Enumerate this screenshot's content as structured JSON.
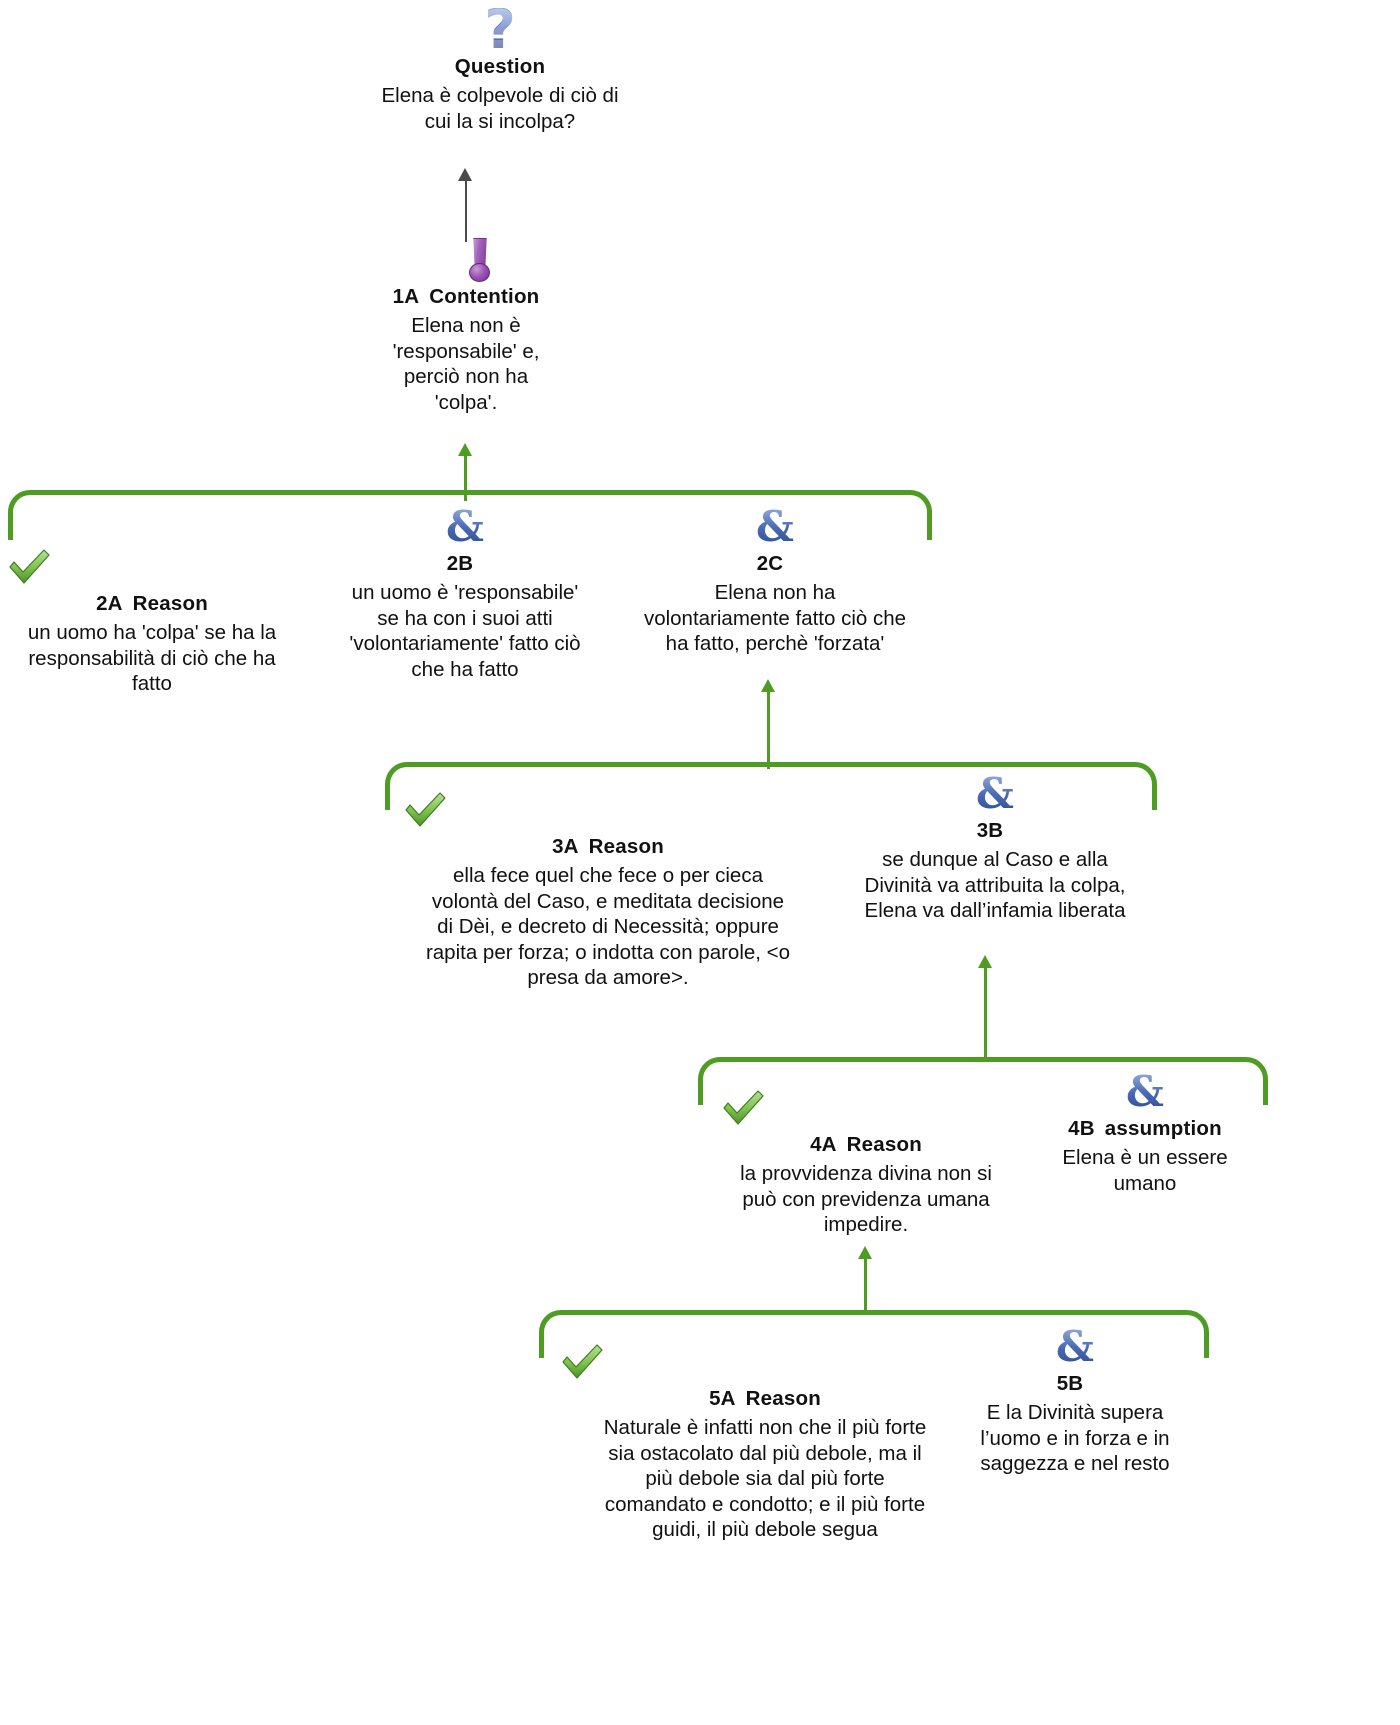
{
  "diagram": {
    "type": "argument-map",
    "language": "it",
    "colors": {
      "connector_green": "#4f9c23",
      "question_icon_blue": "#2b4ea2",
      "contention_icon_purple": "#8e4aa8",
      "reason_icon_green": "#76c043",
      "coreason_icon_blue": "#4a6cb5",
      "text": "#111111",
      "background": "#ffffff"
    }
  },
  "nodes": {
    "question": {
      "icon": "question-mark-icon",
      "title": "Question",
      "number": "",
      "body": "Elena è colpevole di ciò di\ncui la si incolpa?"
    },
    "n1a": {
      "icon": "exclamation-mark-icon",
      "number": "1A",
      "title": "Contention",
      "body": "Elena non è\n'responsabile' e,\nperciò non ha\n'colpa'."
    },
    "n2a": {
      "icon": "green-tick-icon",
      "number": "2A",
      "title": "Reason",
      "body": "un uomo ha 'colpa' se ha la\nresponsabilità di ciò che ha\nfatto"
    },
    "n2b": {
      "icon": "ampersand-icon",
      "number": "2B",
      "title": "",
      "body": "un uomo è 'responsabile'\nse ha con i suoi atti\n'volontariamente' fatto ciò\nche ha fatto"
    },
    "n2c": {
      "icon": "ampersand-icon",
      "number": "2C",
      "title": "",
      "body": "Elena non ha\nvolontariamente fatto ciò che\nha fatto, perchè 'forzata'"
    },
    "n3a": {
      "icon": "green-tick-icon",
      "number": "3A",
      "title": "Reason",
      "body": "ella fece quel che fece o per cieca\nvolontà del Caso, e meditata decisione\ndi Dèi, e decreto di Necessità; oppure\nrapita per forza; o indotta con parole, <o\npresa da amore>."
    },
    "n3b": {
      "icon": "ampersand-icon",
      "number": "3B",
      "title": "",
      "body": "se dunque al Caso e alla\nDivinità va attribuita la colpa,\nElena va dall’infamia liberata"
    },
    "n4a": {
      "icon": "green-tick-icon",
      "number": "4A",
      "title": "Reason",
      "body": "la provvidenza divina non si\npuò con previdenza umana\nimpedire."
    },
    "n4b": {
      "icon": "ampersand-icon",
      "number": "4B",
      "title": "assumption",
      "body": "Elena è un essere\numano"
    },
    "n5a": {
      "icon": "green-tick-icon",
      "number": "5A",
      "title": "Reason",
      "body": "Naturale è infatti non che il più forte\nsia ostacolato dal più debole, ma il\npiù debole sia dal più forte\ncomandato e condotto; e il più forte\nguidi, il più debole segua"
    },
    "n5b": {
      "icon": "ampersand-icon",
      "number": "5B",
      "title": "",
      "body": "E la Divinità supera\nl’uomo e in forza e in\nsaggezza e nel resto"
    }
  }
}
